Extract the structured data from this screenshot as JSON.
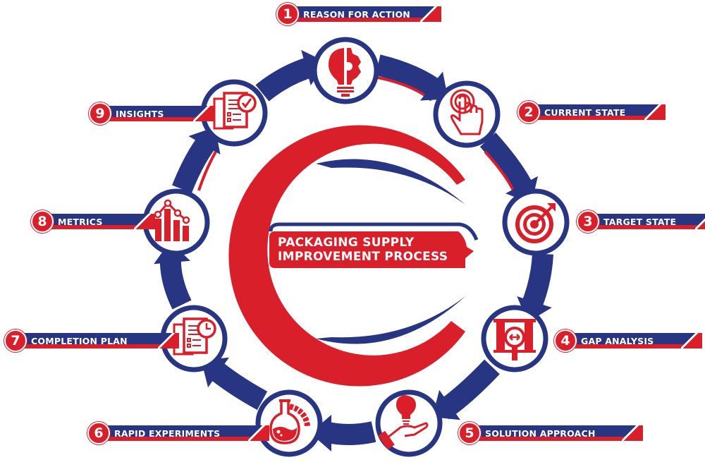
{
  "title": "PACKAGING SUPPLY IMPROVEMENT PROCESS",
  "center": {
    "line1": "PACKAGING SUPPLY",
    "line2": "IMPROVEMENT PROCESS"
  },
  "colors": {
    "red": "#d81f2a",
    "navy": "#283583",
    "white": "#ffffff"
  },
  "steps": [
    {
      "number": "1",
      "label": "REASON FOR ACTION",
      "icon": "lightbulb-gear-icon"
    },
    {
      "number": "2",
      "label": "CURRENT STATE",
      "icon": "touch-hand-icon"
    },
    {
      "number": "3",
      "label": "TARGET STATE",
      "icon": "target-arrow-icon"
    },
    {
      "number": "4",
      "label": "GAP ANALYSIS",
      "icon": "gap-magnifier-icon"
    },
    {
      "number": "5",
      "label": "SOLUTION APPROACH",
      "icon": "hand-lightbulb-icon"
    },
    {
      "number": "6",
      "label": "RAPID EXPERIMENTS",
      "icon": "flask-gauge-icon"
    },
    {
      "number": "7",
      "label": "COMPLETION PLAN",
      "icon": "documents-clock-icon"
    },
    {
      "number": "8",
      "label": "METRICS",
      "icon": "bar-line-chart-icon"
    },
    {
      "number": "9",
      "label": "INSIGHTS",
      "icon": "documents-check-icon"
    }
  ]
}
